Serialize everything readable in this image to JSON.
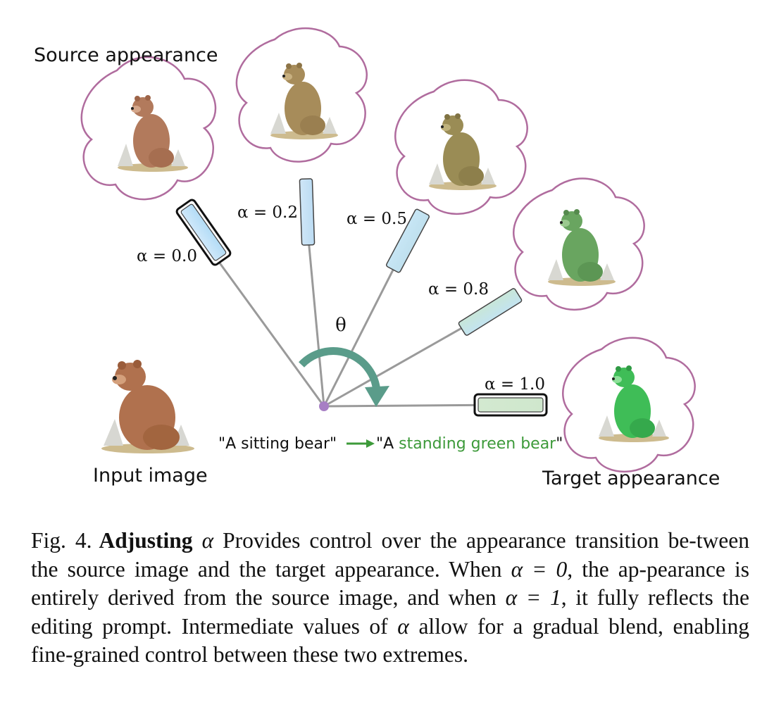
{
  "labels": {
    "source_appearance": "Source appearance",
    "input_image": "Input image",
    "target_appearance": "Target appearance",
    "theta": "θ",
    "alpha_00": "α = 0.0",
    "alpha_02": "α = 0.2",
    "alpha_05": "α = 0.5",
    "alpha_08": "α = 0.8",
    "alpha_10": "α = 1.0",
    "prompt_source": "\"A sitting bear\"",
    "prompt_target_prefix": "\"A ",
    "prompt_target_highlight": "standing green bear",
    "prompt_target_suffix": "\""
  },
  "caption": {
    "fig_label": "Fig. 4.",
    "bold_lead": "Adjusting",
    "alpha_symbol": "α",
    "text1": " Provides control over the appearance transition be-tween the source image and the target appearance. When ",
    "cond_zero": "α = 0",
    "text2": ", the ap-pearance is entirely derived from the source image, and when ",
    "cond_one": "α = 1",
    "text3": ", it fully reflects the editing prompt. Intermediate values of ",
    "alpha_again": "α",
    "text4": " allow for a gradual blend, enabling fine-grained control between these two extremes."
  },
  "colors": {
    "cloud_outline": "#b06c9e",
    "rays": "#9a9a9a",
    "origin_dot": "#a77fc4",
    "arc": "#5a9c8a",
    "prompt_green": "#3d9a3a",
    "bear_input": "#b0714e",
    "bear_a00": "#b27a5c",
    "bear_a02": "#a78c5a",
    "bear_a05": "#9a8c55",
    "bear_a08": "#69a560",
    "bear_a10": "#3fbd57"
  }
}
